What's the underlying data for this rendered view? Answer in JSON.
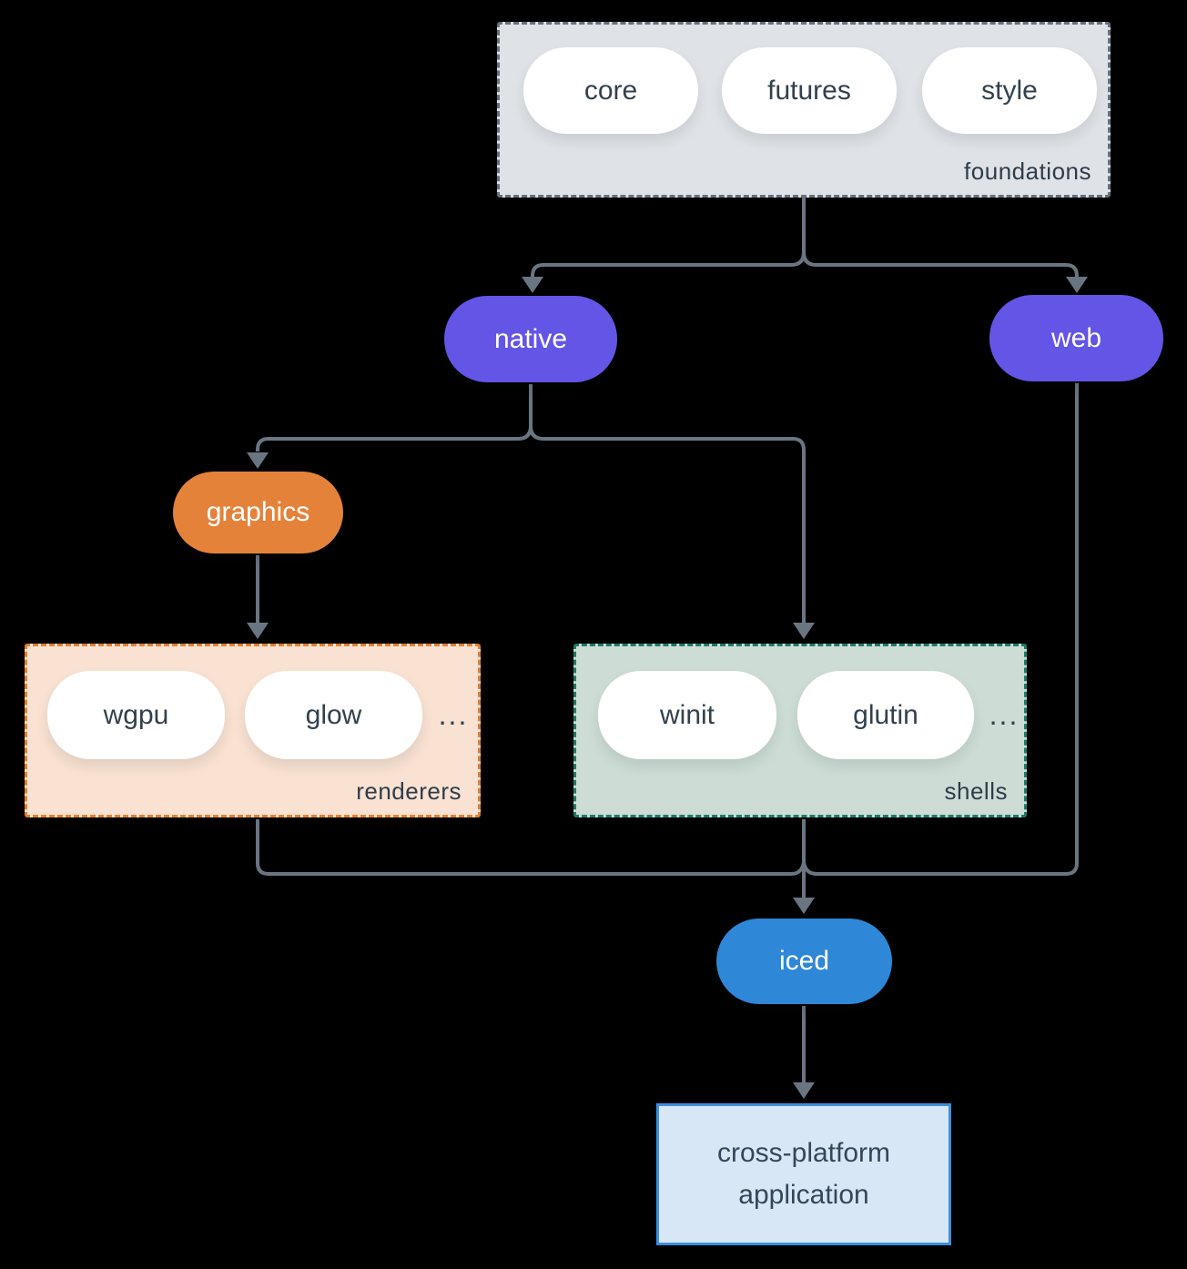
{
  "colors": {
    "background": "#000000",
    "connector": "#6a7582",
    "foundations_bg": "#dfe3e7",
    "foundations_border": "#64707e",
    "pill_white_bg": "#ffffff",
    "pill_text_dark": "#33404e",
    "native_web_purple": "#6355e5",
    "graphics_orange": "#e5823a",
    "renderers_bg": "#f9e2d2",
    "renderers_border": "#e67e2e",
    "shells_bg": "#cdddd5",
    "shells_border": "#1e7a6a",
    "iced_blue": "#2f87d8",
    "application_bg": "#d8e7f6",
    "application_border": "#3e8edd"
  },
  "diagram": {
    "foundations": {
      "label": "foundations",
      "pills": [
        "core",
        "futures",
        "style"
      ]
    },
    "native": {
      "label": "native"
    },
    "web": {
      "label": "web"
    },
    "graphics": {
      "label": "graphics"
    },
    "renderers": {
      "label": "renderers",
      "pills": [
        "wgpu",
        "glow"
      ],
      "ellipsis": "..."
    },
    "shells": {
      "label": "shells",
      "pills": [
        "winit",
        "glutin"
      ],
      "ellipsis": "..."
    },
    "iced": {
      "label": "iced"
    },
    "application": {
      "label": "cross-platform application"
    },
    "edges": [
      {
        "from": "foundations",
        "to": "native"
      },
      {
        "from": "foundations",
        "to": "web"
      },
      {
        "from": "native",
        "to": "graphics"
      },
      {
        "from": "native",
        "to": "shells"
      },
      {
        "from": "graphics",
        "to": "renderers"
      },
      {
        "from": "renderers",
        "to": "iced"
      },
      {
        "from": "shells",
        "to": "iced"
      },
      {
        "from": "web",
        "to": "iced"
      },
      {
        "from": "iced",
        "to": "application"
      }
    ]
  }
}
